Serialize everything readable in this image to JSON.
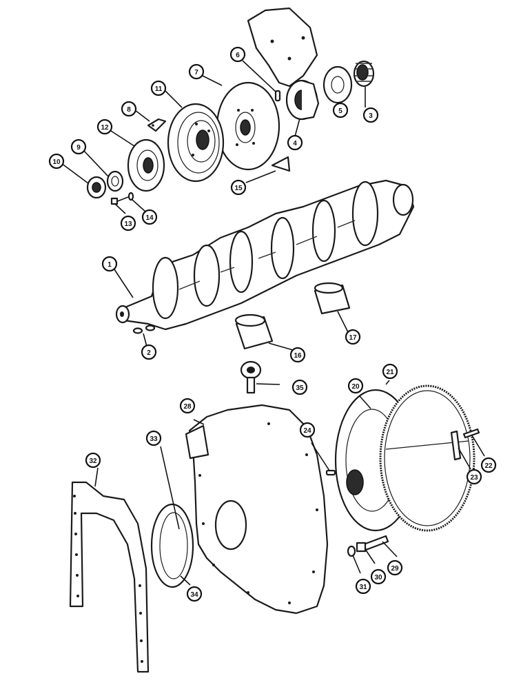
{
  "callouts": [
    {
      "id": "1",
      "label": "1"
    },
    {
      "id": "2",
      "label": "2"
    },
    {
      "id": "3",
      "label": "3"
    },
    {
      "id": "4",
      "label": "4"
    },
    {
      "id": "5",
      "label": "5"
    },
    {
      "id": "6",
      "label": "6"
    },
    {
      "id": "7",
      "label": "7"
    },
    {
      "id": "8",
      "label": "8"
    },
    {
      "id": "9",
      "label": "9"
    },
    {
      "id": "10",
      "label": "10"
    },
    {
      "id": "11",
      "label": "11"
    },
    {
      "id": "12",
      "label": "12"
    },
    {
      "id": "13",
      "label": "13"
    },
    {
      "id": "14",
      "label": "14"
    },
    {
      "id": "15",
      "label": "15"
    },
    {
      "id": "16",
      "label": "16"
    },
    {
      "id": "17",
      "label": "17"
    },
    {
      "id": "20",
      "label": "20"
    },
    {
      "id": "21",
      "label": "21"
    },
    {
      "id": "22",
      "label": "22"
    },
    {
      "id": "23",
      "label": "23"
    },
    {
      "id": "24",
      "label": "24"
    },
    {
      "id": "28",
      "label": "28"
    },
    {
      "id": "29",
      "label": "29"
    },
    {
      "id": "30",
      "label": "30"
    },
    {
      "id": "31",
      "label": "31"
    },
    {
      "id": "32",
      "label": "32"
    },
    {
      "id": "33",
      "label": "33"
    },
    {
      "id": "34",
      "label": "34"
    },
    {
      "id": "35",
      "label": "35"
    }
  ],
  "colors": {
    "ink": "#1a1a1a",
    "paper": "#ffffff"
  }
}
